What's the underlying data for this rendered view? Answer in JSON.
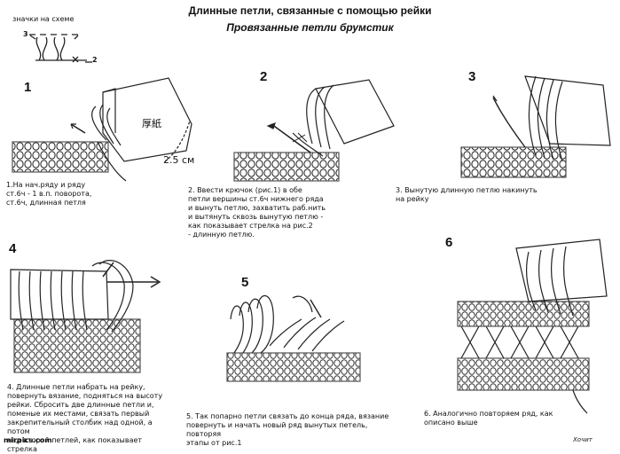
{
  "header": {
    "title": "Длинные петли, связанные с помощью рейки",
    "subtitle": "Провязанные петли брумстик"
  },
  "legend": {
    "label": "значки на схеме",
    "mark_top": "3",
    "mark_bottom": "2"
  },
  "steps": [
    {
      "number": "1",
      "caption": "1.На нач.ряду и ряду\nст.6ч - 1 в.п. поворота,\nст.6ч, длинная  петля",
      "board_text": "厚紙",
      "measure": "2.5 см"
    },
    {
      "number": "2",
      "caption": "2.  Ввести крючок (рис.1) в обе\nпетли вершины ст.6ч нижнего ряда\nи вынуть петлю, захватить раб.нить\nи вытянуть сквозь вынутую петлю -\nкак показывает стрелка на рис.2\n-  длинную петлю."
    },
    {
      "number": "3",
      "caption": "3.  Вынутую длинную петлю накинуть\nна рейку"
    },
    {
      "number": "4",
      "caption": "4.  Длинные петли набрать на рейку,\nповернуть вязание, подняться на высоту\nрейки. Сбросить две длинные петли и,\nпоменые их местами, связать первый\nзакрепительный столбик над одной, а потом\nнад второй петлей, как показывает стрелка"
    },
    {
      "number": "5",
      "caption": "5.  Так попарно петли связать до конца ряда,  вязание\nповернуть и начать новый ряд вынутых петель, повторяя\nэтапы от рис.1"
    },
    {
      "number": "6",
      "caption": "6.  Аналогично повторяем ряд, как\nописано выше"
    }
  ],
  "footer": {
    "site": "mirpics.com",
    "signature": "Хочит"
  }
}
